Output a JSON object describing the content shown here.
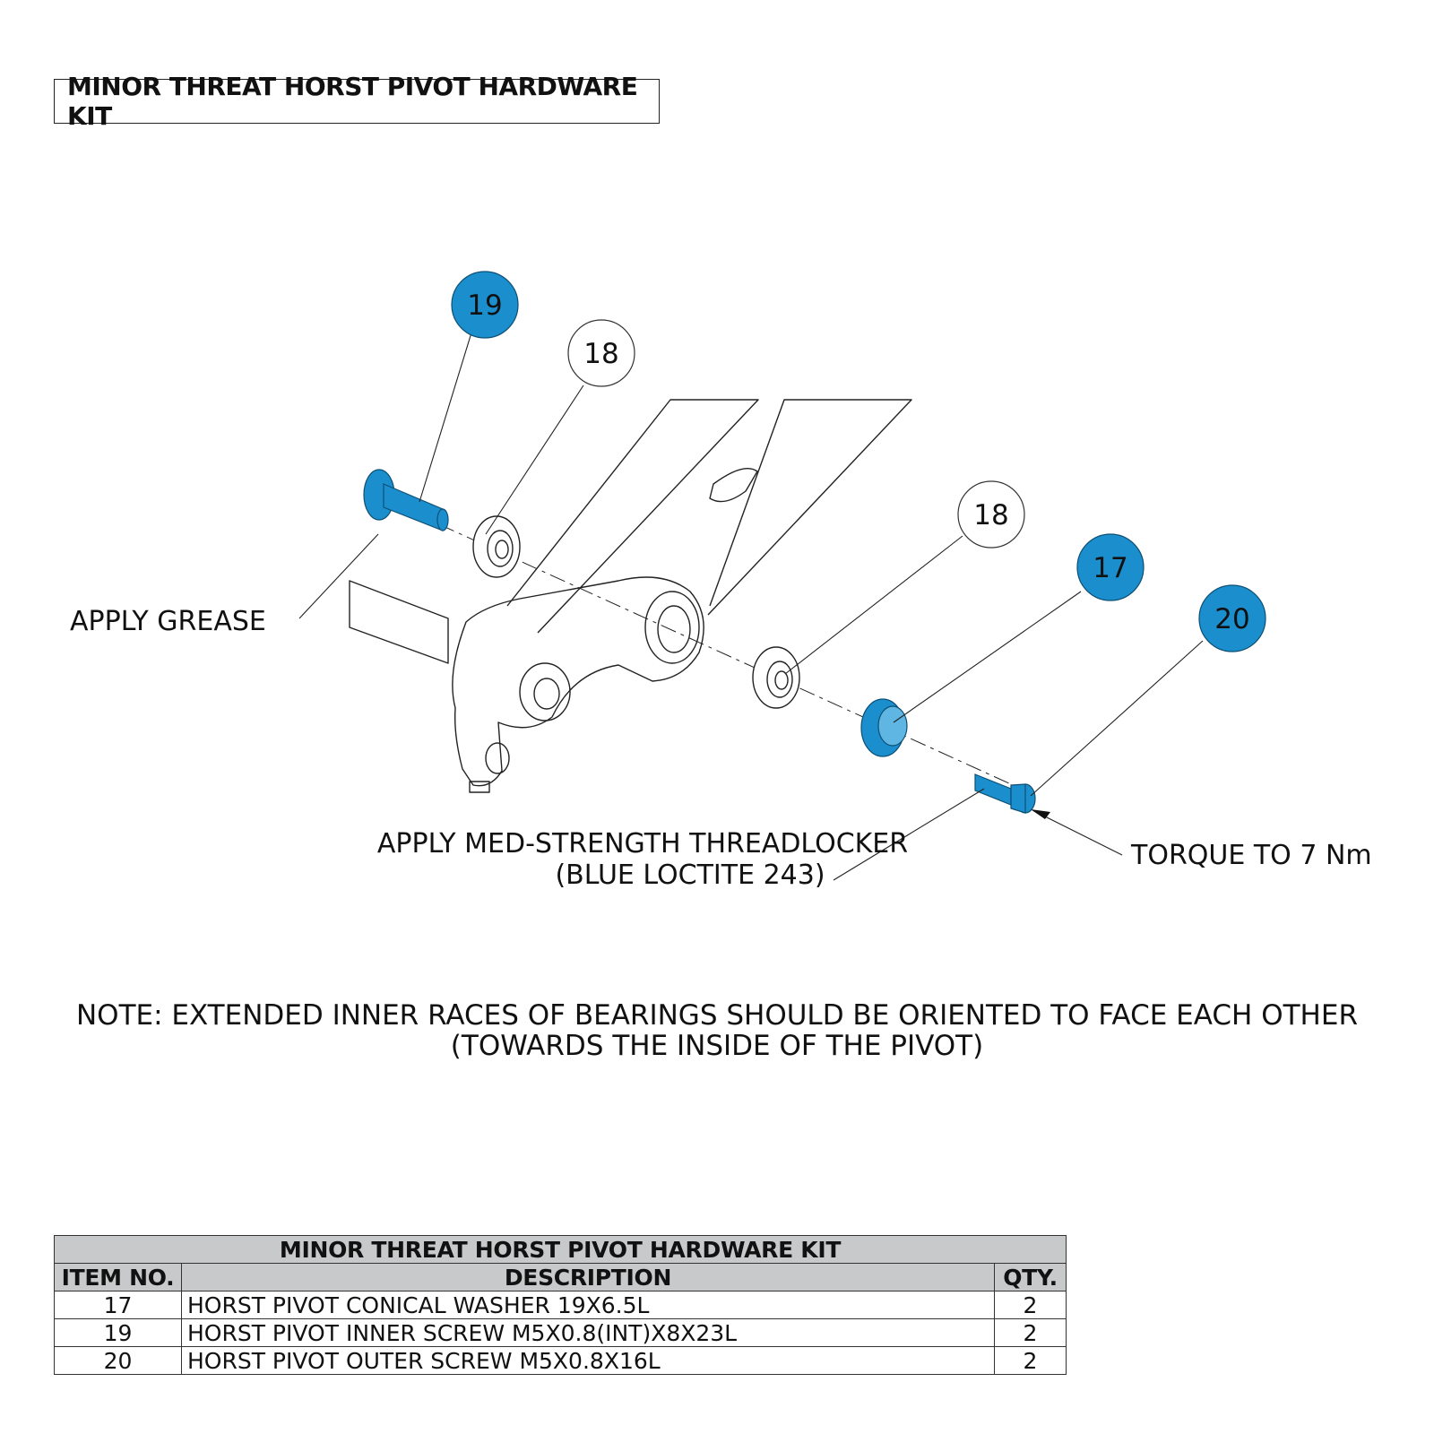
{
  "title": "MINOR THREAT HORST PIVOT HARDWARE KIT",
  "callouts": {
    "b19": "19",
    "b18a": "18",
    "b18b": "18",
    "b17": "17",
    "b20": "20"
  },
  "labels": {
    "grease": "APPLY GREASE",
    "threadlocker_1": "APPLY MED-STRENGTH THREADLOCKER",
    "threadlocker_2": "(BLUE LOCTITE 243)",
    "torque": "TORQUE TO 7 Nm"
  },
  "note": {
    "line1": "NOTE: EXTENDED INNER RACES OF BEARINGS SHOULD BE ORIENTED TO FACE EACH OTHER",
    "line2": "(TOWARDS THE INSIDE OF THE PIVOT)"
  },
  "colors": {
    "accent_blue": "#1b8fce",
    "outline": "#222222",
    "table_header": "#c8c9cb"
  },
  "table": {
    "title": "MINOR THREAT HORST PIVOT HARDWARE KIT",
    "headers": {
      "item": "ITEM NO.",
      "desc": "DESCRIPTION",
      "qty": "QTY."
    },
    "rows": [
      {
        "item": "17",
        "desc": "HORST PIVOT CONICAL WASHER 19X6.5L",
        "qty": "2"
      },
      {
        "item": "19",
        "desc": "HORST PIVOT INNER SCREW M5X0.8(INT)X8X23L",
        "qty": "2"
      },
      {
        "item": "20",
        "desc": "HORST PIVOT OUTER SCREW M5X0.8X16L",
        "qty": "2"
      }
    ]
  }
}
